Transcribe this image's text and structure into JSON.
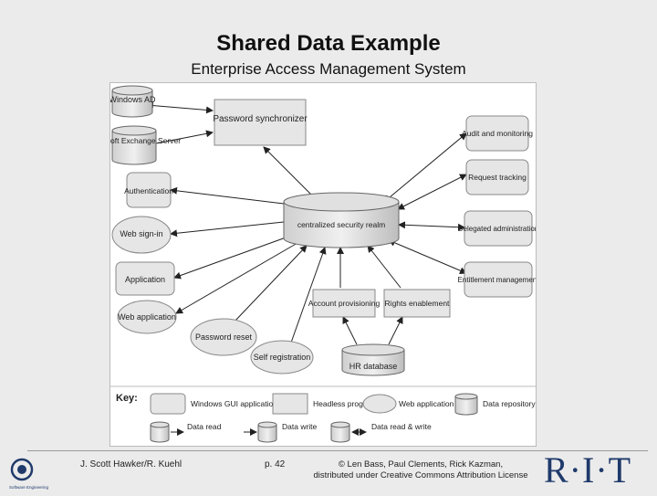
{
  "slide": {
    "title": "Shared Data Example",
    "subtitle": "Enterprise Access Management System"
  },
  "diagram": {
    "nodes": {
      "windows_ad": "Windows AD",
      "exchange": "Microsoft Exchange Server",
      "authentication": "Authentication",
      "web_signin": "Web sign-in",
      "application": "Application",
      "web_application": "Web application",
      "password_reset": "Password reset",
      "password_sync": "Password synchronizer",
      "security_realm": "centralized security realm",
      "self_registration": "Self registration",
      "account_provisioning": "Account provisioning",
      "rights_enablement": "Rights enablement",
      "hr_database": "HR database",
      "audit": "Audit and monitoring",
      "request_tracking": "Request tracking",
      "delegated_admin": "Delegated administration",
      "entitlement": "Entitlement management"
    },
    "key": {
      "label": "Key:",
      "windows_gui": "Windows GUI application",
      "headless": "Headless program",
      "web_app": "Web application",
      "data_repo": "Data repository",
      "data_read": "Data read",
      "data_write": "Data write",
      "data_read_write": "Data read & write"
    }
  },
  "footer": {
    "author": "J. Scott Hawker/R. Kuehl",
    "page": "p. 42",
    "copyright_line1": "© Len Bass, Paul Clements, Rick Kazman,",
    "copyright_line2": "distributed under Creative Commons Attribution License",
    "rit_logo": "R·I·T",
    "se_logo_text": "Software Engineering"
  },
  "colors": {
    "background": "#ebebeb",
    "node_fill": "#e6e6e6",
    "node_stroke": "#888888",
    "text": "#222222",
    "rit_blue": "#1f3a6b"
  }
}
